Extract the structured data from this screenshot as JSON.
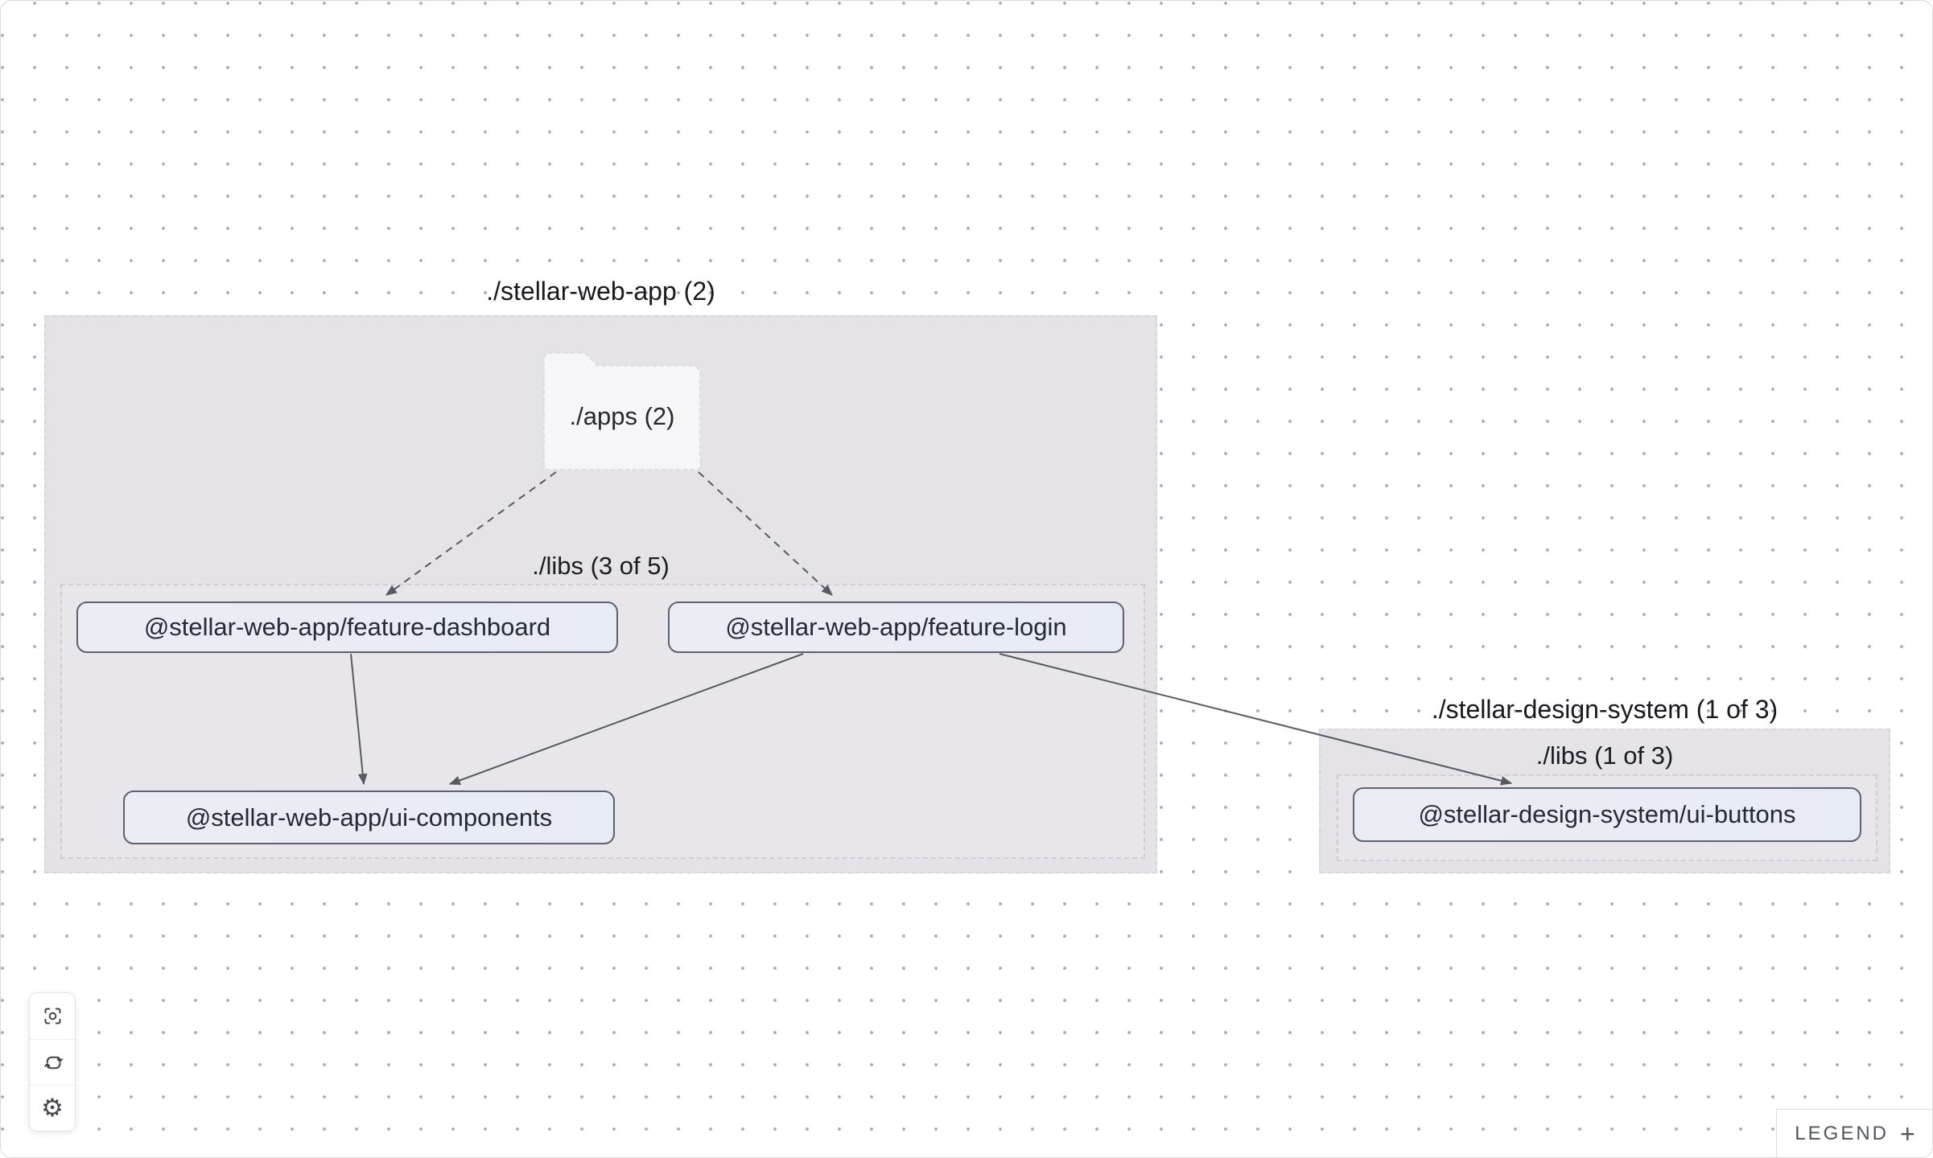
{
  "graph": {
    "groups": [
      {
        "id": "stellar-web-app",
        "title": "./stellar-web-app (2)",
        "apps_folder": {
          "label": "./apps (2)"
        },
        "libs": {
          "label": "./libs (3 of 5)"
        },
        "nodes": {
          "feature_dashboard": {
            "label": "@stellar-web-app/feature-dashboard"
          },
          "feature_login": {
            "label": "@stellar-web-app/feature-login"
          },
          "ui_components": {
            "label": "@stellar-web-app/ui-components"
          }
        }
      },
      {
        "id": "stellar-design-system",
        "title": "./stellar-design-system (1 of 3)",
        "libs": {
          "label": "./libs (1 of 3)"
        },
        "nodes": {
          "ui_buttons": {
            "label": "@stellar-design-system/ui-buttons"
          }
        }
      }
    ],
    "edges": [
      {
        "id": "apps-to-feature-dashboard",
        "style": "dashed",
        "from": [
          690,
          586
        ],
        "to": [
          479,
          739
        ]
      },
      {
        "id": "apps-to-feature-login",
        "style": "dashed",
        "from": [
          867,
          586
        ],
        "to": [
          1033,
          739
        ]
      },
      {
        "id": "feature-dashboard-to-ui-components",
        "style": "solid",
        "from": [
          435,
          812
        ],
        "to": [
          451,
          974
        ]
      },
      {
        "id": "feature-login-to-ui-components",
        "style": "solid",
        "from": [
          997,
          812
        ],
        "to": [
          558,
          974
        ]
      },
      {
        "id": "feature-login-to-ui-buttons",
        "style": "solid",
        "from": [
          1241,
          812
        ],
        "to": [
          1877,
          973
        ]
      }
    ]
  },
  "controls": {
    "buttons": [
      {
        "id": "focus",
        "icon": "focus-target-icon"
      },
      {
        "id": "refresh",
        "icon": "refresh-cycle-icon"
      },
      {
        "id": "settings",
        "icon": "gear-icon"
      }
    ],
    "gear_glyph": "⚙"
  },
  "legend": {
    "label": "LEGEND",
    "expand_symbol": "+"
  },
  "colors": {
    "group_fill": "#e5e2e8",
    "inner_dir_fill": "#e8e5eb",
    "node_fill": "#e9ecf4",
    "node_border": "#5d6170",
    "edge": "#565a61",
    "dot_grid": "#9ea8b8",
    "folder_fill": "#f6f5f8"
  }
}
